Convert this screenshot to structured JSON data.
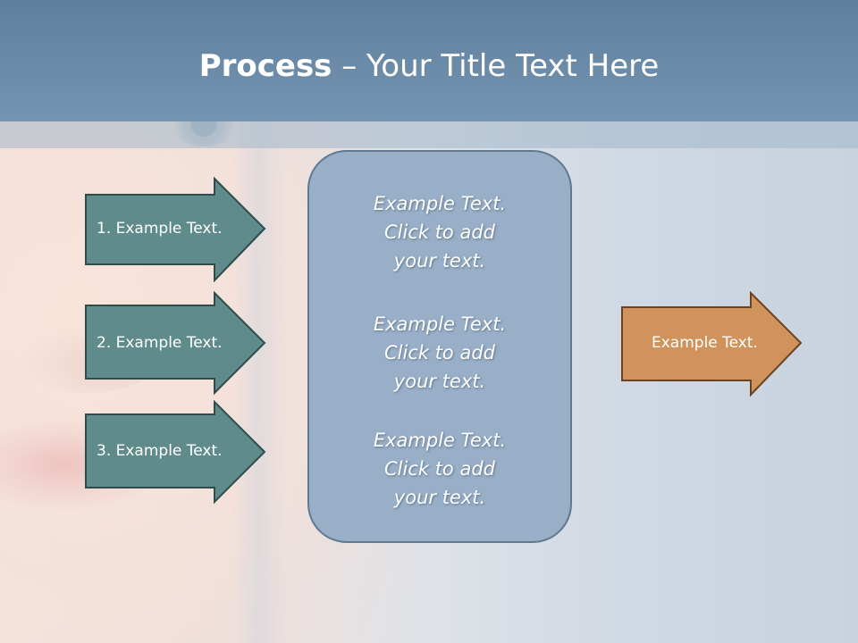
{
  "slide": {
    "title_bold": "Process",
    "title_rest": " – Your Title Text Here"
  },
  "left_arrows": [
    {
      "label": "1. Example Text."
    },
    {
      "label": "2. Example Text."
    },
    {
      "label": "3. Example Text."
    }
  ],
  "center_box": {
    "blocks": [
      {
        "line1": "Example Text.",
        "line2": "Click  to add",
        "line3": "your text."
      },
      {
        "line1": "Example Text.",
        "line2": "Click  to add",
        "line3": "your text."
      },
      {
        "line1": "Example Text.",
        "line2": "Click  to add",
        "line3": "your text."
      }
    ]
  },
  "right_arrow": {
    "label": "Example Text."
  },
  "colors": {
    "title_bar": "#6a8aa8",
    "teal_arrow": "#5f8b8a",
    "teal_arrow_border": "#2d4d4d",
    "center_box": "#98afc7",
    "orange_arrow": "#d0935c",
    "orange_arrow_border": "#6b4222"
  }
}
